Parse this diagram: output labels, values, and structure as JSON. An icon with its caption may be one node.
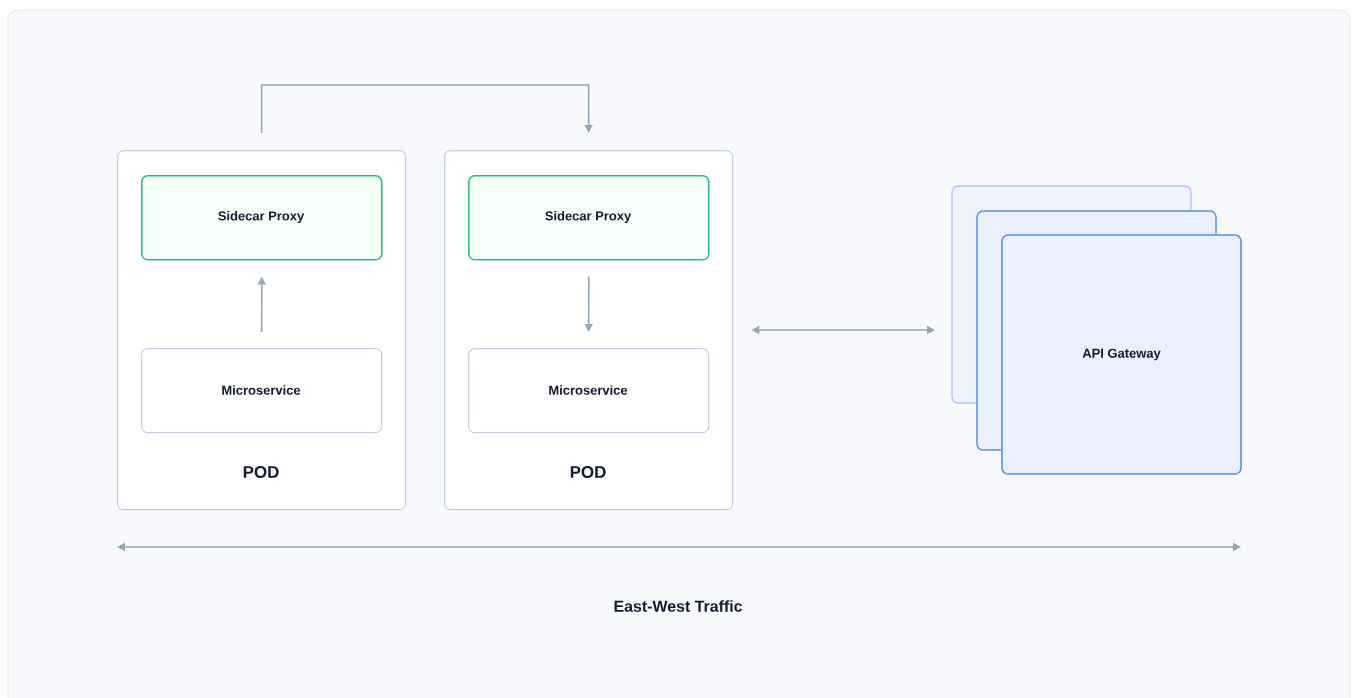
{
  "diagram": {
    "nodes": [
      {
        "text": [
          "POD"
        ]
      },
      {
        "text": [
          "Sidecar Proxy"
        ],
        "in": 0
      },
      {
        "text": [
          "Microservice"
        ],
        "in": 0
      },
      {
        "text": [
          "POD"
        ]
      },
      {
        "text": [
          "Sidecar Proxy"
        ],
        "in": 3
      },
      {
        "text": [
          "Microservice"
        ],
        "in": 3
      },
      {
        "text": [
          "API Gateway"
        ]
      }
    ],
    "edges": [
      {
        "from": 0,
        "to": 3,
        "arrow": "to"
      },
      {
        "from": 2,
        "to": 1,
        "arrow": "to"
      },
      {
        "from": 4,
        "to": 5,
        "arrow": "to"
      },
      {
        "from": 3,
        "to": 6,
        "arrow": "both"
      }
    ],
    "labels": [
      "East-West Traffic"
    ]
  }
}
